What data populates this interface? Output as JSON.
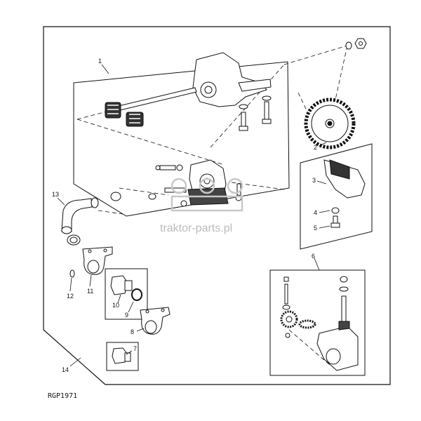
{
  "diagram": {
    "reference_code": "RGP1971",
    "watermark": "traktor-parts.pl",
    "callouts": [
      "1",
      "2",
      "3",
      "4",
      "5",
      "6",
      "7",
      "8",
      "9",
      "10",
      "11",
      "12",
      "13",
      "14"
    ]
  }
}
